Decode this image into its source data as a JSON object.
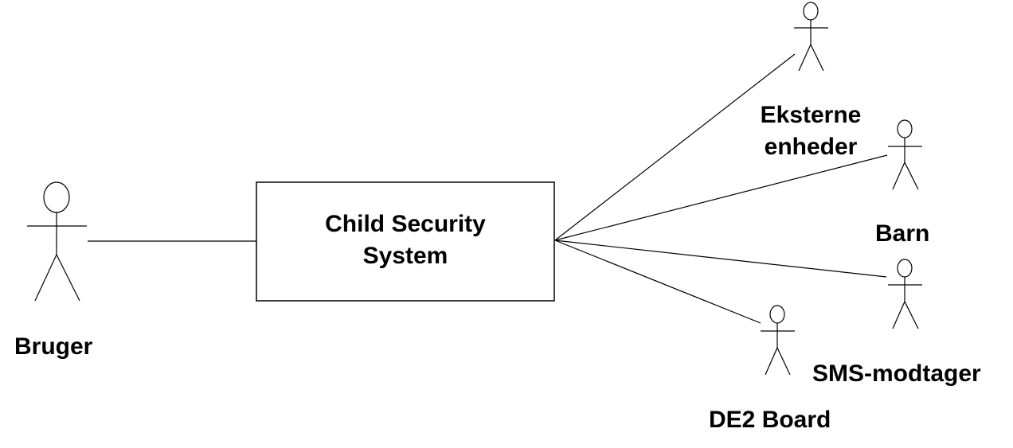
{
  "system": {
    "name_line1": "Child Security",
    "name_line2": "System"
  },
  "actors": {
    "bruger": {
      "label": "Bruger"
    },
    "eksterne_enheder": {
      "label_line1": "Eksterne",
      "label_line2": "enheder"
    },
    "barn": {
      "label": "Barn"
    },
    "sms_modtager": {
      "label": "SMS-modtager"
    },
    "de2_board": {
      "label": "DE2 Board"
    }
  },
  "colors": {
    "stroke": "#000000",
    "background": "#ffffff"
  }
}
